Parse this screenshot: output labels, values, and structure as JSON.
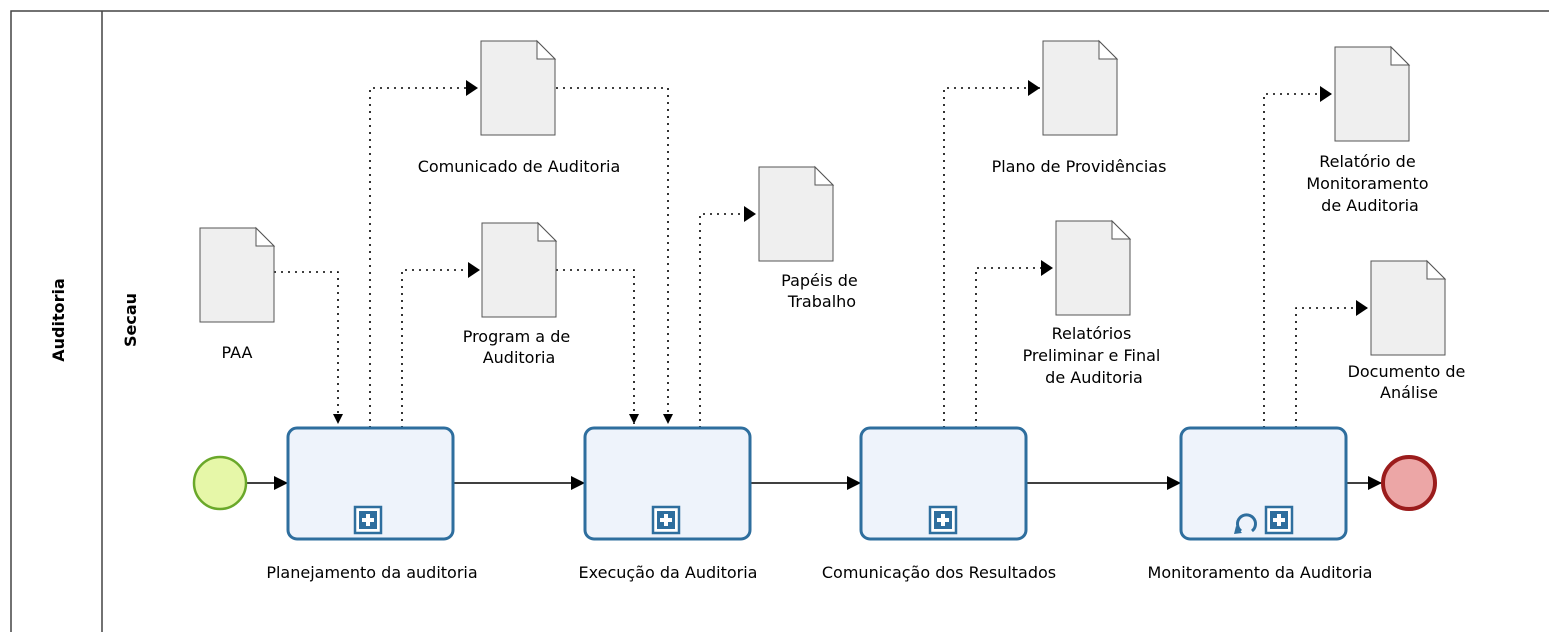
{
  "pool": {
    "name": "Auditoria"
  },
  "lane": {
    "name": "Secau"
  },
  "colors": {
    "task_fill": "#eef3fb",
    "task_stroke": "#2e6e9e",
    "start_fill": "#e6f7a8",
    "start_stroke": "#6aa82a",
    "end_fill": "#eca6a6",
    "end_stroke": "#9b1c1c",
    "document_fill": "#efefef"
  },
  "tasks": [
    {
      "id": "t1",
      "label": "Planejamento da auditoria",
      "marker": "subprocess",
      "loop": false
    },
    {
      "id": "t2",
      "label": "Execução da Auditoria",
      "marker": "subprocess",
      "loop": false
    },
    {
      "id": "t3",
      "label": "Comunicação dos Resultados",
      "marker": "subprocess",
      "loop": false
    },
    {
      "id": "t4",
      "label": "Monitoramento da Auditoria",
      "marker": "subprocess",
      "loop": true
    }
  ],
  "documents": [
    {
      "id": "d_paa",
      "lines": [
        "PAA"
      ]
    },
    {
      "id": "d_com",
      "lines": [
        "Comunicado de Auditoria"
      ]
    },
    {
      "id": "d_prog",
      "lines": [
        "Program a de",
        "Auditoria"
      ]
    },
    {
      "id": "d_pap",
      "lines": [
        "Papéis de",
        "Trabalho"
      ]
    },
    {
      "id": "d_plano",
      "lines": [
        "Plano de Providências"
      ]
    },
    {
      "id": "d_rel",
      "lines": [
        "Relatórios",
        "Preliminar e Final",
        "de Auditoria"
      ]
    },
    {
      "id": "d_mon",
      "lines": [
        "Relatório de",
        "Monitoramento",
        "de Auditoria"
      ]
    },
    {
      "id": "d_ana",
      "lines": [
        "Documento de",
        "Análise"
      ]
    }
  ]
}
